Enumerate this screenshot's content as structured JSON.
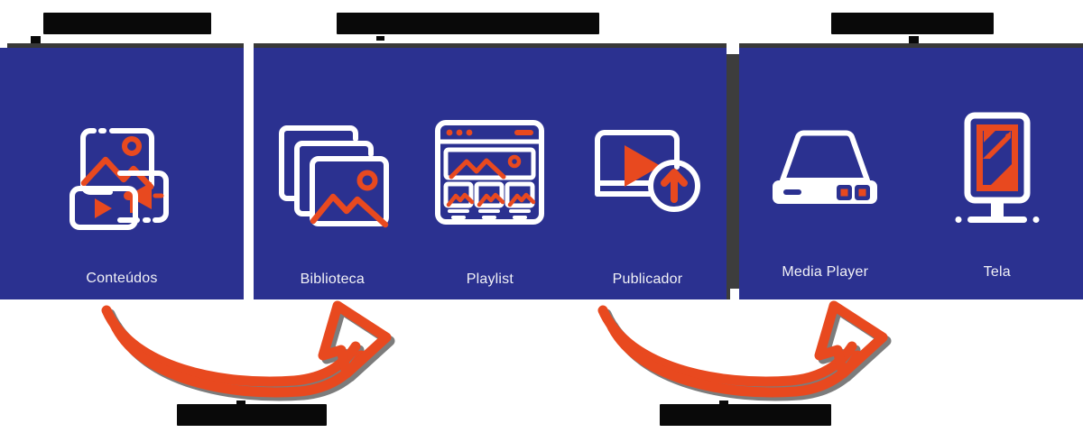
{
  "diagram": {
    "title_redacted": true,
    "colors": {
      "panel_blue": "#2b3190",
      "accent_orange": "#e8491f",
      "icon_white": "#ffffff",
      "arrow_shadow_gray": "#7c7c7c",
      "redaction_black": "#090909",
      "panel_top_border": "#383838",
      "background": "#ffffff"
    },
    "headers": [
      {
        "id": "header-1",
        "label": "",
        "redacted": true
      },
      {
        "id": "header-2",
        "label": "",
        "redacted": true
      },
      {
        "id": "header-3",
        "label": "",
        "redacted": true
      }
    ],
    "footers": [
      {
        "id": "footer-1",
        "label": "",
        "redacted": true
      },
      {
        "id": "footer-2",
        "label": "",
        "redacted": true
      }
    ],
    "panels": [
      {
        "id": "panel-conteudos",
        "items": [
          {
            "id": "conteudos",
            "label": "Conteúdos",
            "icon": "media-content-icon"
          }
        ]
      },
      {
        "id": "panel-plataforma",
        "items": [
          {
            "id": "biblioteca",
            "label": "Biblioteca",
            "icon": "image-stack-icon"
          },
          {
            "id": "playlist",
            "label": "Playlist",
            "icon": "browser-gallery-icon"
          },
          {
            "id": "publicador",
            "label": "Publicador",
            "icon": "video-upload-icon"
          }
        ]
      },
      {
        "id": "panel-dispositivos",
        "items": [
          {
            "id": "media-player",
            "label": "Media Player",
            "icon": "media-player-device-icon"
          },
          {
            "id": "tela",
            "label": "Tela",
            "icon": "display-screen-icon"
          }
        ]
      }
    ],
    "arrows": [
      {
        "id": "arrow-1",
        "direction": "left-to-right",
        "style": "curved-outline-with-shadow"
      },
      {
        "id": "arrow-2",
        "direction": "left-to-right",
        "style": "curved-outline-with-shadow"
      }
    ]
  }
}
